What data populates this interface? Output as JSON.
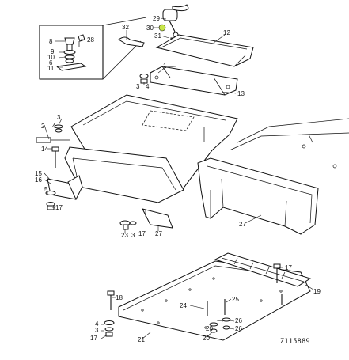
{
  "figure_id": "Z115889",
  "highlight_color": "#c8e64a",
  "callouts": {
    "c29": "29",
    "c30": "30",
    "c31": "31",
    "c32": "32",
    "c12": "12",
    "c8": "8",
    "c28": "28",
    "c9": "9",
    "c10": "10",
    "c6": "6",
    "c11": "11",
    "c1": "1",
    "c3a": "3",
    "c4a": "4",
    "c13": "13",
    "c2": "2",
    "c3b": "3",
    "c4b": "4",
    "c14": "14",
    "c15": "15",
    "c16": "16",
    "c5": "5",
    "c17a": "17",
    "c27a": "27",
    "c23": "23",
    "c3c": "3",
    "c17b": "17",
    "c27b": "27",
    "c17c": "17",
    "c19": "19",
    "c18": "18",
    "c24": "24",
    "c25": "25",
    "c26a": "26",
    "c26b": "26",
    "c20a": "20",
    "c20b": "20",
    "c4c": "4",
    "c3d": "3",
    "c17d": "17",
    "c21": "21"
  }
}
